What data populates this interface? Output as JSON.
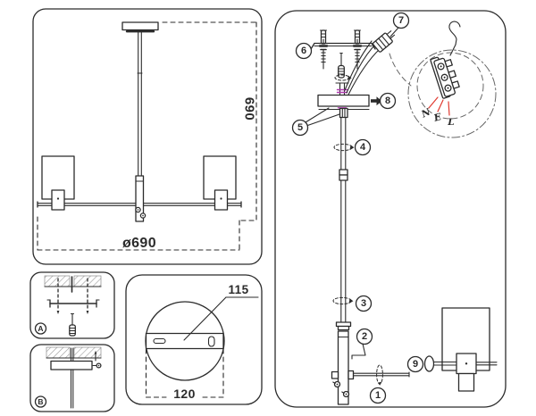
{
  "document": {
    "kind": "ceiling-lamp-assembly-instruction-diagram"
  },
  "overview": {
    "height_mm": "690",
    "diameter_mm": "ø690"
  },
  "canopy_detail": {
    "bracket_length_mm": "115",
    "canopy_diameter_mm": "120"
  },
  "mounting_steps": {
    "step_a_label": "A",
    "step_b_label": "B"
  },
  "assembly": {
    "part_markers": {
      "p1": "1",
      "p2": "2",
      "p3": "3",
      "p4": "4",
      "p5": "5",
      "p6": "6",
      "p7": "7",
      "p8": "8",
      "p9": "9"
    }
  },
  "wiring": {
    "neutral": "N",
    "earth": "E",
    "live": "L"
  },
  "colors": {
    "line": "#2b2b2b",
    "hatch": "#9a9a9a",
    "thread_mark": "#b03ab0",
    "wire_leader": "#e03a30",
    "background": "#ffffff"
  }
}
